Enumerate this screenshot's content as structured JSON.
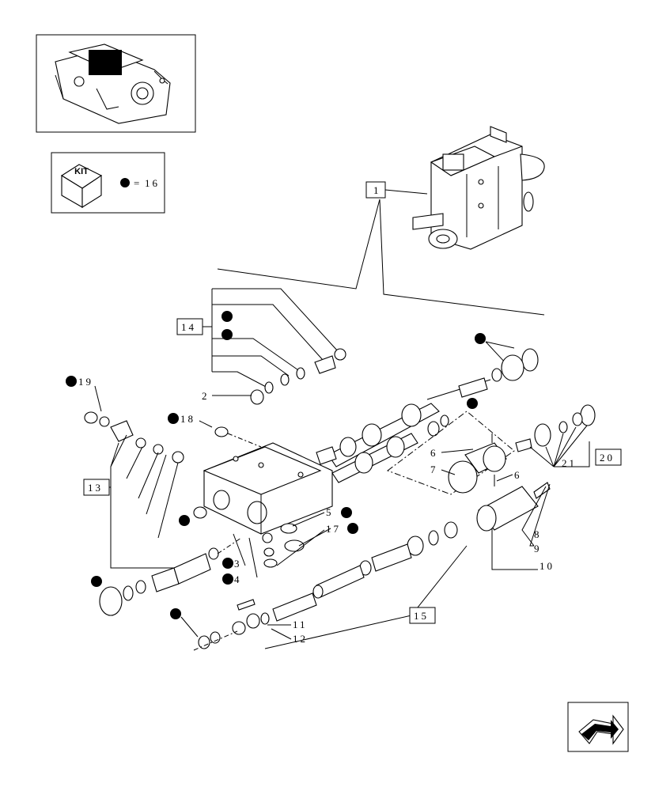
{
  "kit": {
    "label": "KIT",
    "equals": "=",
    "kit_number": "16"
  },
  "callouts": {
    "c1": "1",
    "c2": "2",
    "c3": "3",
    "c4": "4",
    "c5": "5",
    "c6a": "6",
    "c6b": "6",
    "c7": "7",
    "c8": "8",
    "c9": "9",
    "c10": "10",
    "c11": "11",
    "c12": "12",
    "c13": "13",
    "c14": "14",
    "c15": "15",
    "c17": "17",
    "c18": "18",
    "c19": "19",
    "c20": "20",
    "c21": "21"
  },
  "icons": {
    "thumbnail": "tractor-hydraulic-assembly-thumbnail",
    "kit": "kit-box-icon",
    "kit_marker": "filled-dot",
    "nav": "next-page-arrow-icon"
  }
}
